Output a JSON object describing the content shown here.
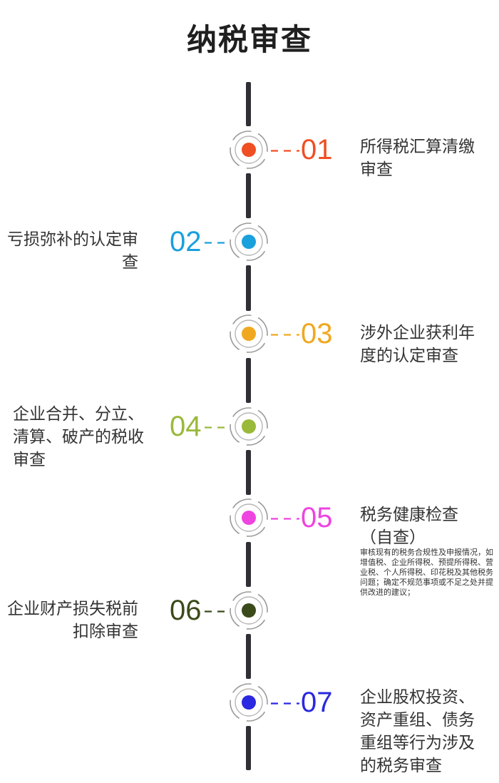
{
  "title": "纳税审查",
  "colors": {
    "spine": "#2f2f36",
    "ring": "#9a9a9a",
    "item01": "#f04e23",
    "item02": "#1aa0dc",
    "item03": "#f0a820",
    "item04": "#9ab93a",
    "item05": "#ee44e0",
    "item06": "#3b4a1a",
    "item07": "#2a28e0"
  },
  "items": [
    {
      "number": "01",
      "label": "所得税汇算清缴审查"
    },
    {
      "number": "02",
      "label": "亏损弥补的认定审查"
    },
    {
      "number": "03",
      "label": "涉外企业获利年度的认定审查"
    },
    {
      "number": "04",
      "label": "企业合并、分立、清算、破产的税收审查"
    },
    {
      "number": "05",
      "label": "税务健康检查（自查）",
      "note": "审核现有的税务合规性及申报情况，如增值税、企业所得税、预提所得税、营业税、个人所得税、印花税及其他税务问题；确定不规范事项或不足之处并提供改进的建议；"
    },
    {
      "number": "06",
      "label": "企业财产损失税前扣除审查"
    },
    {
      "number": "07",
      "label": "企业股权投资、资产重组、债务重组等行为涉及的税务审查"
    }
  ]
}
